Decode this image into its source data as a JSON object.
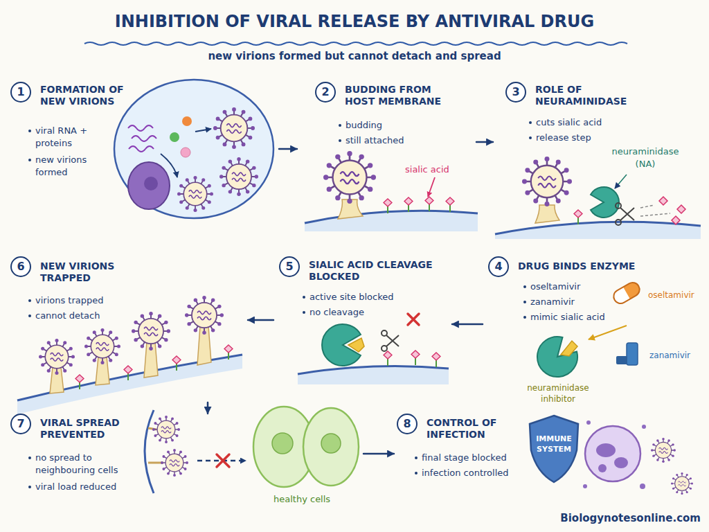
{
  "diagram": {
    "title": "INHIBITION OF VIRAL RELEASE BY ANTIVIRAL DRUG",
    "caption": "new virions formed but cannot detach and spread",
    "nodes": [
      {
        "text": [
          "1",
          "FORMATION OF NEW VIRIONS",
          "viral RNA + proteins",
          "new virions formed"
        ]
      },
      {
        "text": [
          "2",
          "BUDDING FROM HOST MEMBRANE",
          "budding",
          "still attached"
        ]
      },
      {
        "text": [
          "3",
          "ROLE OF NEURAMINIDASE",
          "cuts sialic acid",
          "release step"
        ]
      },
      {
        "text": [
          "4",
          "DRUG BINDS ENZYME",
          "oseltamivir",
          "zanamivir",
          "mimic sialic acid"
        ]
      },
      {
        "text": [
          "5",
          "SIALIC ACID CLEAVAGE BLOCKED",
          "active site blocked",
          "no cleavage"
        ]
      },
      {
        "text": [
          "6",
          "NEW VIRIONS TRAPPED",
          "virions trapped",
          "cannot detach"
        ]
      },
      {
        "text": [
          "7",
          "VIRAL SPREAD PREVENTED",
          "no spread to neighbouring cells",
          "viral load reduced"
        ]
      },
      {
        "text": [
          "8",
          "CONTROL OF INFECTION",
          "final stage blocked",
          "infection controlled"
        ]
      }
    ],
    "edges": [
      {
        "from": 0,
        "to": 1,
        "arrow": "to"
      },
      {
        "from": 1,
        "to": 2,
        "arrow": "to"
      },
      {
        "from": 3,
        "to": 4,
        "arrow": "to"
      },
      {
        "from": 4,
        "to": 5,
        "arrow": "to"
      },
      {
        "from": 5,
        "to": 6,
        "arrow": "to"
      },
      {
        "from": 6,
        "to": 7,
        "arrow": "to"
      }
    ],
    "labels": [
      "sialic acid",
      "neuraminidase (NA)",
      "oseltamivir",
      "zanamivir",
      "neuraminidase inhibitor",
      "healthy cells",
      "IMMUNE SYSTEM",
      "Biologynotesonline.com"
    ]
  }
}
